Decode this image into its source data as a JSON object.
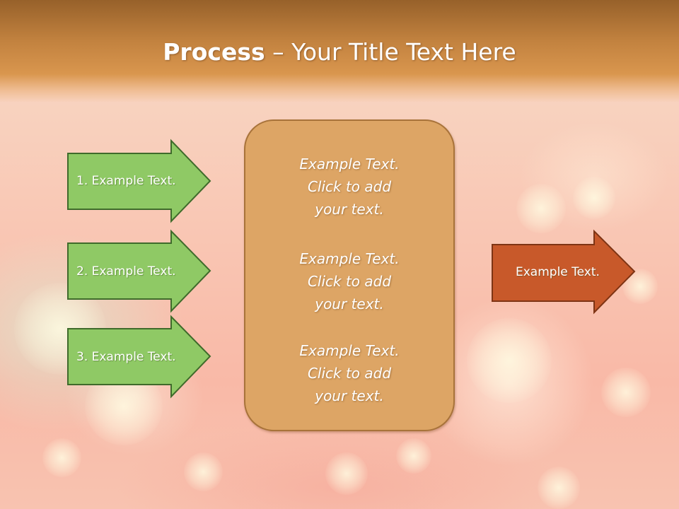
{
  "slide": {
    "title_bold": "Process",
    "title_rest": " – Your Title Text Here"
  },
  "inputs": [
    {
      "label": "1. Example Text."
    },
    {
      "label": "2. Example Text."
    },
    {
      "label": "3. Example Text."
    }
  ],
  "center": {
    "blocks": [
      {
        "line1": "Example Text.",
        "line2": "Click  to add",
        "line3": "your text."
      },
      {
        "line1": "Example Text.",
        "line2": "Click  to add",
        "line3": "your text."
      },
      {
        "line1": "Example Text.",
        "line2": "Click  to add",
        "line3": "your text."
      }
    ]
  },
  "output": {
    "label": "Example Text."
  },
  "colors": {
    "header": "#c2823f",
    "input_arrow_fill": "#8fc965",
    "input_arrow_stroke": "#3f6b2b",
    "center_box_fill": "#dda565",
    "center_box_stroke": "#a8733a",
    "output_arrow_fill": "#c8592a",
    "output_arrow_stroke": "#7e3414"
  }
}
